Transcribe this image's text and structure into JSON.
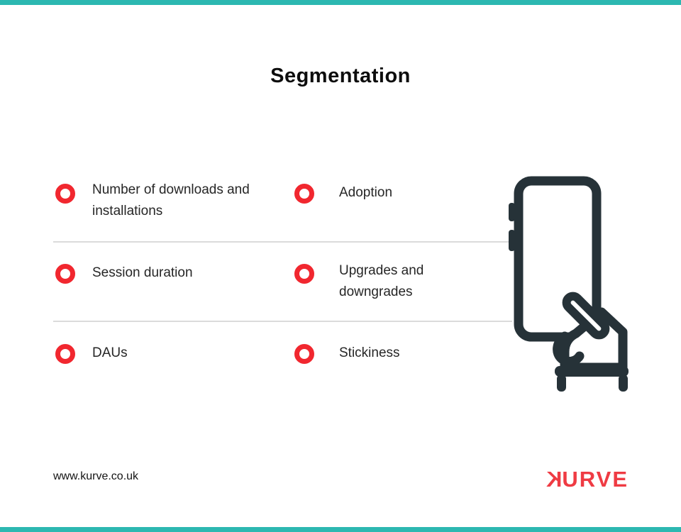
{
  "title": "Segmentation",
  "list": {
    "rows": [
      {
        "left": "Number of downloads and installations",
        "right": "Adoption"
      },
      {
        "left": "Session duration",
        "right": "Upgrades and downgrades"
      },
      {
        "left": "DAUs",
        "right": "Stickiness"
      }
    ],
    "bullet_style": "red-ring"
  },
  "illustration": {
    "name": "hand-holding-phone-icon",
    "color": "#263238"
  },
  "footer": {
    "url": "www.kurve.co.uk",
    "logo": {
      "k": "K",
      "rest": "URVE"
    }
  },
  "colors": {
    "accent_red": "#f1272f",
    "logo_red": "#ef3b43",
    "ink": "#263238",
    "divider_gray": "#dbdbdb",
    "edge_teal": "#2cb8b1",
    "background": "#ffffff"
  }
}
